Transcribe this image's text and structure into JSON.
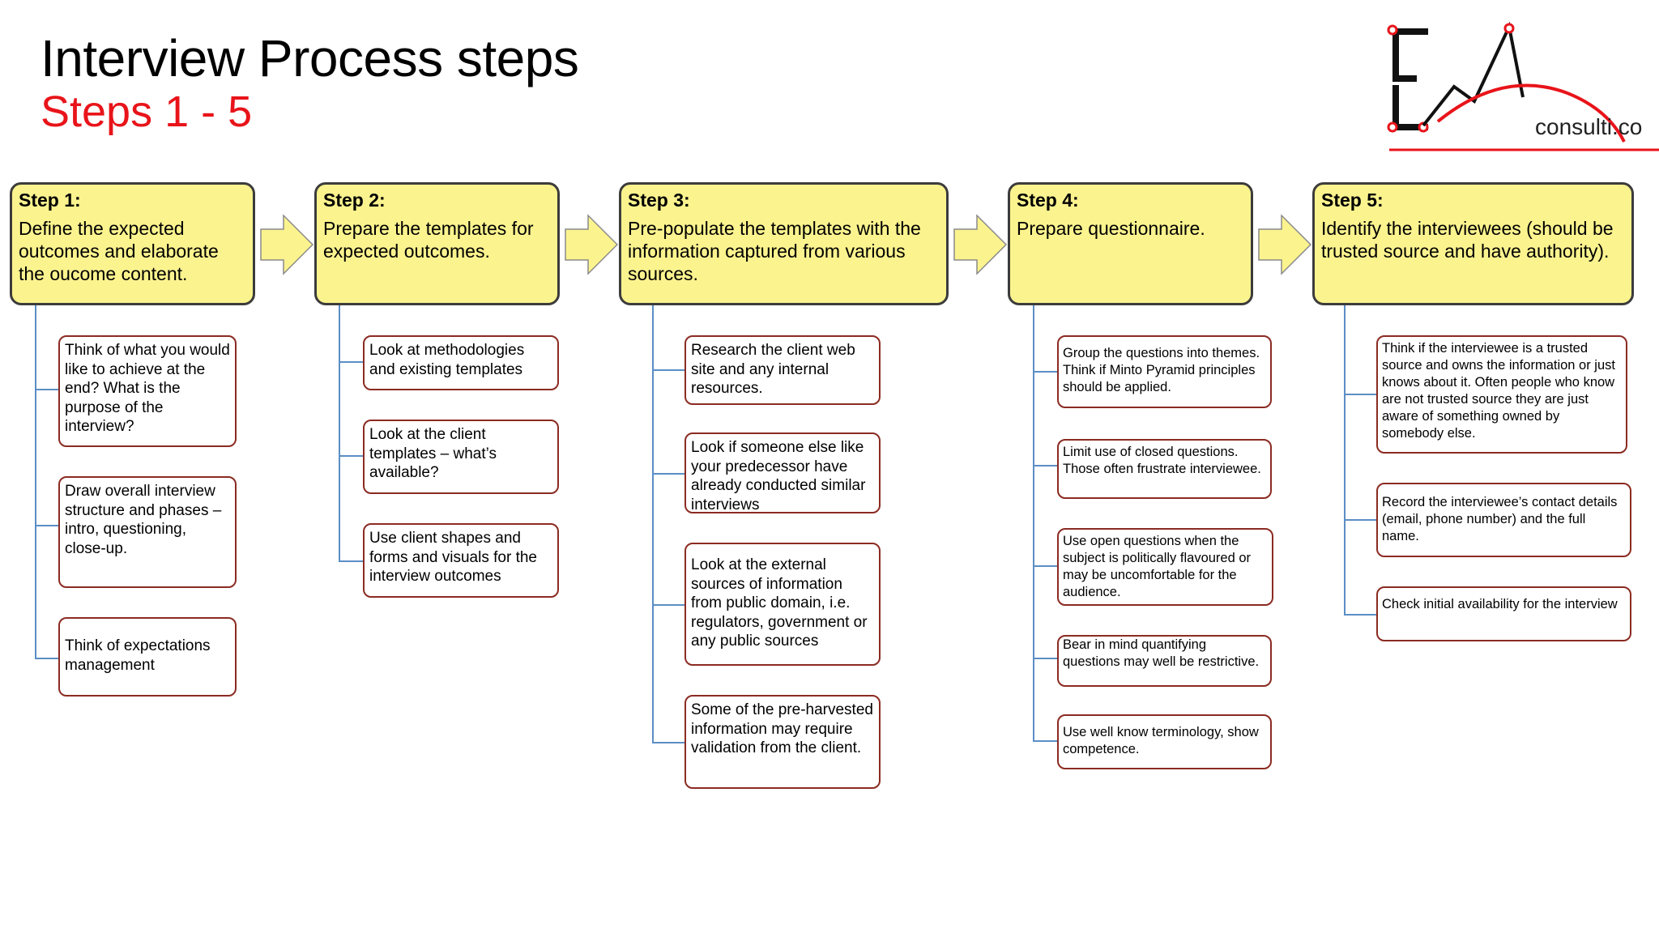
{
  "header": {
    "title": "Interview Process steps",
    "subtitle": "Steps 1 - 5"
  },
  "logo": {
    "text": "consulti.co",
    "brand_letters": "EA"
  },
  "colors": {
    "step_fill": "#fbf38e",
    "step_border": "#3c3c3c",
    "sub_border": "#8b2b22",
    "connector": "#5b8ec6",
    "subtitle": "#e8141a",
    "logo_accent": "#e8141a"
  },
  "steps": [
    {
      "label": "Step 1:",
      "text": "Define the expected outcomes and elaborate the oucome content.",
      "items": [
        "Think of what you would like to achieve at the end? What is the purpose of the interview?",
        "Draw overall interview structure and phases – intro, questioning, close-up.",
        "Think of expectations management"
      ]
    },
    {
      "label": "Step 2:",
      "text": "Prepare the templates for expected outcomes.",
      "items": [
        "Look at methodologies and existing templates",
        "Look at the client templates – what’s available?",
        "Use client shapes and forms and visuals for the interview outcomes"
      ]
    },
    {
      "label": "Step 3:",
      "text": "Pre-populate the templates with the information captured from various sources.",
      "items": [
        "Research the client web site and any internal resources.",
        "Look if someone else like your predecessor have already conducted similar interviews",
        "Look at the external sources of information from public domain, i.e. regulators, government or any public sources",
        "Some of the pre-harvested information may require validation from the client."
      ]
    },
    {
      "label": "Step 4:",
      "text": "Prepare questionnaire.",
      "items": [
        "Group the questions into themes. Think if Minto Pyramid principles should be applied.",
        "Limit use of closed questions. Those often frustrate interviewee.",
        "Use open questions when the subject is politically flavoured or may be uncomfortable for the audience.",
        "Bear in mind quantifying questions may well be restrictive.",
        "Use well know terminology, show competence."
      ]
    },
    {
      "label": "Step 5:",
      "text": "Identify the interviewees (should be trusted source and have authority).",
      "items": [
        "Think if the interviewee is a trusted source and owns the information or just knows about it. Often people who know are not trusted source they are just aware of something owned by somebody else.",
        "Record the interviewee’s contact details (email, phone number) and the full name.",
        "Check initial availability for the interview"
      ]
    }
  ]
}
